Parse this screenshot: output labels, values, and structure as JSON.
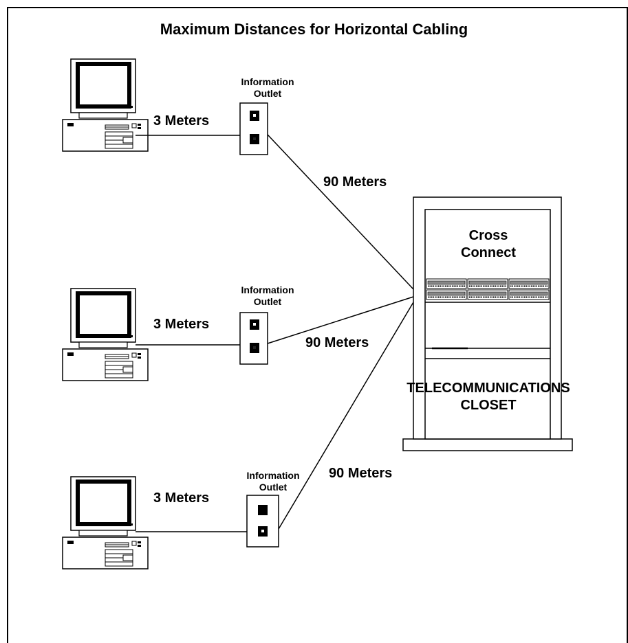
{
  "title": "Maximum Distances for Horizontal Cabling",
  "workstations": [
    {
      "patch_cable_label": "3 Meters",
      "outlet": {
        "line1": "Information",
        "line2": "Outlet"
      },
      "horizontal_cable_label": "90 Meters"
    },
    {
      "patch_cable_label": "3 Meters",
      "outlet": {
        "line1": "Information",
        "line2": "Outlet"
      },
      "horizontal_cable_label": "90 Meters"
    },
    {
      "patch_cable_label": "3 Meters",
      "outlet": {
        "line1": "Information",
        "line2": "Outlet"
      },
      "horizontal_cable_label": "90 Meters"
    }
  ],
  "closet": {
    "cross_connect_line1": "Cross",
    "cross_connect_line2": "Connect",
    "closet_line1": "TELECOMMUNICATIONS",
    "closet_line2": "CLOSET"
  }
}
